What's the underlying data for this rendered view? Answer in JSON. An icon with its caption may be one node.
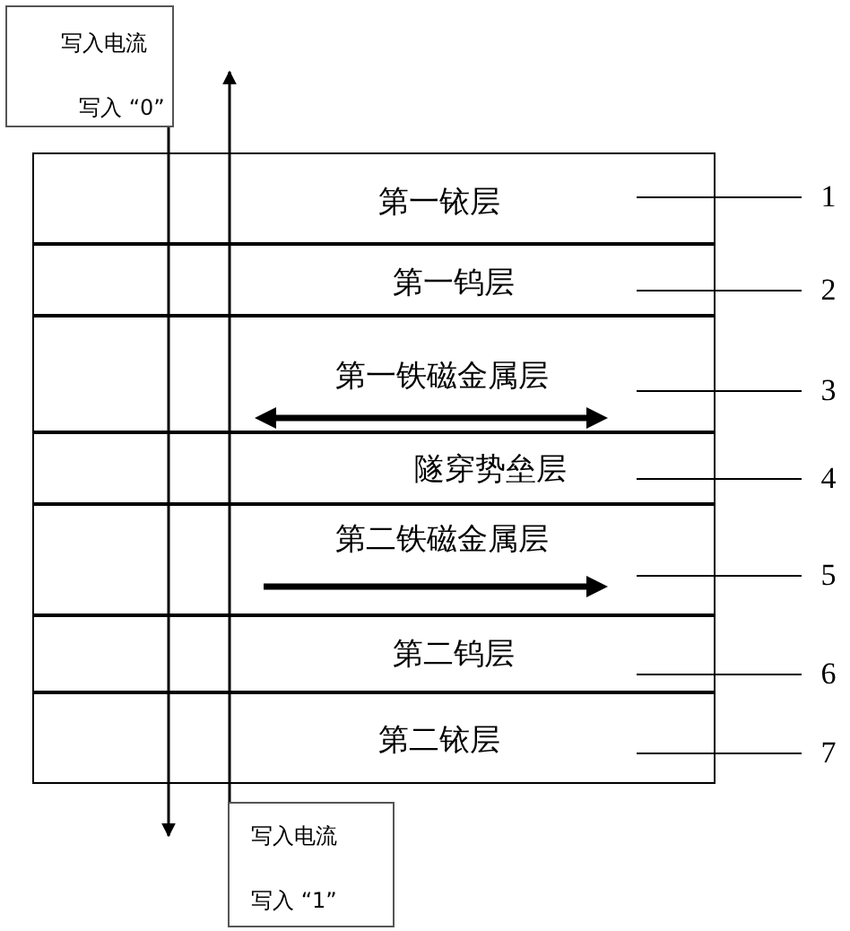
{
  "diagram": {
    "nodes": [
      {
        "text": [
          "写入电流",
          "写入 “0”"
        ]
      },
      {
        "text": [
          "第一铱层"
        ]
      },
      {
        "text": [
          "第一钨层"
        ]
      },
      {
        "text": [
          "第一铁磁金属层"
        ]
      },
      {
        "text": [
          "隧穿势垒层"
        ]
      },
      {
        "text": [
          "第二铁磁金属层"
        ]
      },
      {
        "text": [
          "第二钨层"
        ]
      },
      {
        "text": [
          "第二铱层"
        ]
      },
      {
        "text": [
          "1"
        ]
      },
      {
        "text": [
          "2"
        ]
      },
      {
        "text": [
          "3"
        ]
      },
      {
        "text": [
          "4"
        ]
      },
      {
        "text": [
          "5"
        ]
      },
      {
        "text": [
          "6"
        ]
      },
      {
        "text": [
          "7"
        ]
      },
      {
        "text": [
          "写入电流",
          "写入 “1”"
        ]
      }
    ],
    "edges": [
      {
        "from": 0,
        "to": null,
        "arrow": "to"
      },
      {
        "from": 15,
        "to": null,
        "arrow": "to"
      },
      {
        "from": 8,
        "to": 1,
        "arrow": "none"
      },
      {
        "from": 9,
        "to": 2,
        "arrow": "none"
      },
      {
        "from": 10,
        "to": 3,
        "arrow": "none"
      },
      {
        "from": 11,
        "to": 4,
        "arrow": "none"
      },
      {
        "from": 12,
        "to": 5,
        "arrow": "none"
      },
      {
        "from": 13,
        "to": 6,
        "arrow": "none"
      },
      {
        "from": 14,
        "to": 7,
        "arrow": "none"
      }
    ]
  }
}
